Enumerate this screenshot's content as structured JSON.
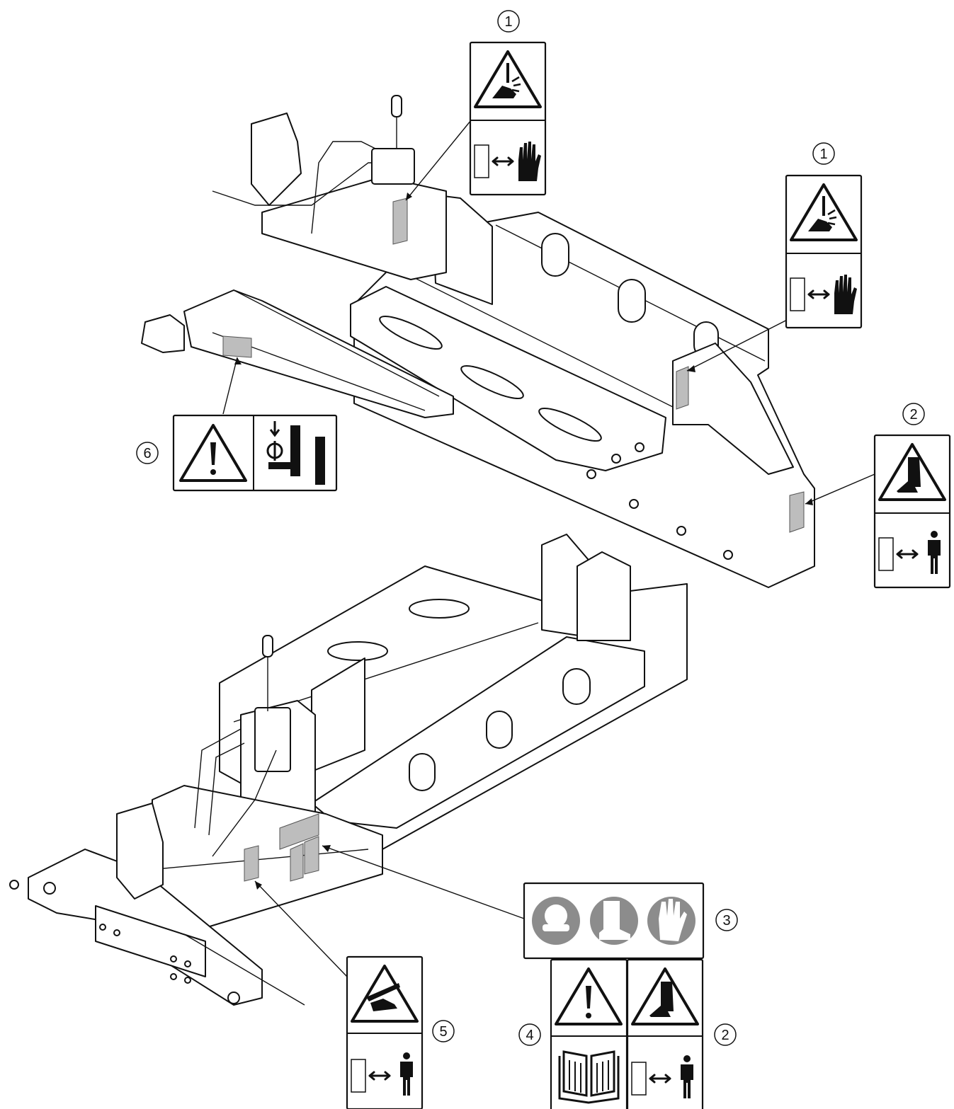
{
  "figure": {
    "callouts": [
      {
        "id": "callout-1-top-left",
        "number": "1",
        "decal": "cutting-hazard-keep-hands-away"
      },
      {
        "id": "callout-1-top-right",
        "number": "1",
        "decal": "cutting-hazard-keep-hands-away"
      },
      {
        "id": "callout-2-right",
        "number": "2",
        "decal": "crush-foot-keep-distance"
      },
      {
        "id": "callout-6-left",
        "number": "6",
        "decal": "warning-lock-valve"
      },
      {
        "id": "callout-3-ppe",
        "number": "3",
        "decal": "wear-ear-eye-boots-gloves"
      },
      {
        "id": "callout-4-manual",
        "number": "4",
        "decal": "warning-read-manual"
      },
      {
        "id": "callout-2-bottom",
        "number": "2",
        "decal": "crush-foot-keep-distance"
      },
      {
        "id": "callout-5-hydraulic",
        "number": "5",
        "decal": "hydraulic-injection-keep-distance"
      }
    ],
    "icons": {
      "hand": "hand-icon",
      "person": "person-icon",
      "double-arrow": "double-arrow-icon",
      "warning": "warning-triangle-icon",
      "manual": "open-book-icon",
      "ear-eye": "ear-eye-protection-icon",
      "boot": "safety-boot-icon",
      "glove": "safety-glove-icon"
    },
    "colors": {
      "line": "#111111",
      "decal_spot": "#bdbdbd",
      "ppe": "#8c8c8c"
    }
  }
}
